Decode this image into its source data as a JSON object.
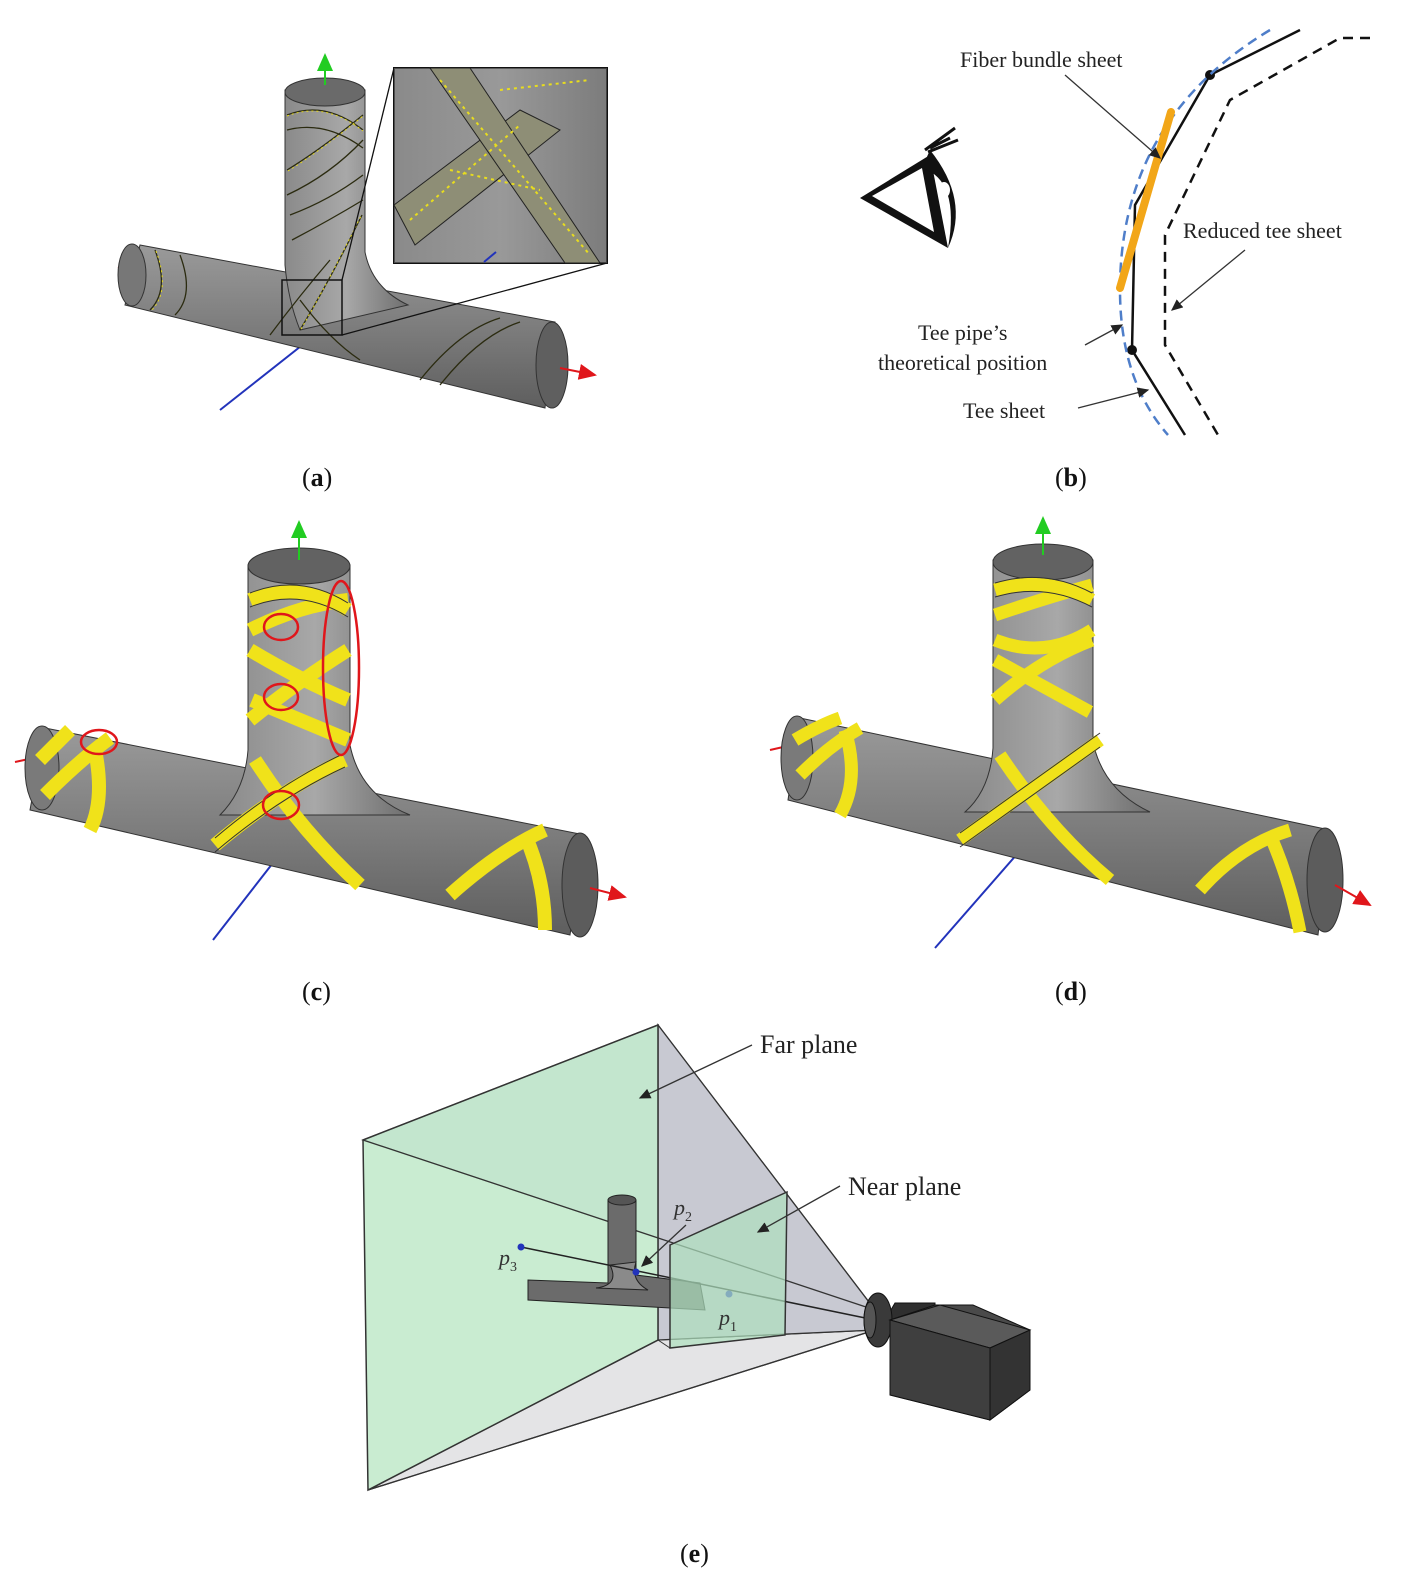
{
  "panels": {
    "a": {
      "caption_open": "(",
      "caption_letter": "a",
      "caption_close": ")"
    },
    "b": {
      "caption_open": "(",
      "caption_letter": "b",
      "caption_close": ")",
      "labels": {
        "fiber_bundle_sheet": "Fiber bundle sheet",
        "reduced_tee_sheet": "Reduced tee sheet",
        "tee_pipe_line1": "Tee pipe’s",
        "tee_pipe_line2": "theoretical position",
        "tee_sheet": "Tee sheet"
      }
    },
    "c": {
      "caption_open": "(",
      "caption_letter": "c",
      "caption_close": ")"
    },
    "d": {
      "caption_open": "(",
      "caption_letter": "d",
      "caption_close": ")"
    },
    "e": {
      "caption_open": "(",
      "caption_letter": "e",
      "caption_close": ")",
      "labels": {
        "far_plane": "Far plane",
        "near_plane": "Near plane"
      },
      "points": {
        "p1": "p",
        "p1_sub": "1",
        "p2": "p",
        "p2_sub": "2",
        "p3": "p",
        "p3_sub": "3"
      }
    }
  },
  "colors": {
    "pipe": "#7d7d7d",
    "pipe_dark": "#5a5a5a",
    "fiber": "#f0e21a",
    "fiber_edge": "#3a3a10",
    "highlight": "#e0161b",
    "axis_x": "#e0161b",
    "axis_y": "#22cc22",
    "axis_z": "#2233bb",
    "frustum_green": "#bfe9c9",
    "frustum_gray": "#d8d8dc",
    "camera": "#3c3c3c",
    "dashed_blue": "#4f7ec9",
    "bundle_orange": "#f2a618"
  }
}
